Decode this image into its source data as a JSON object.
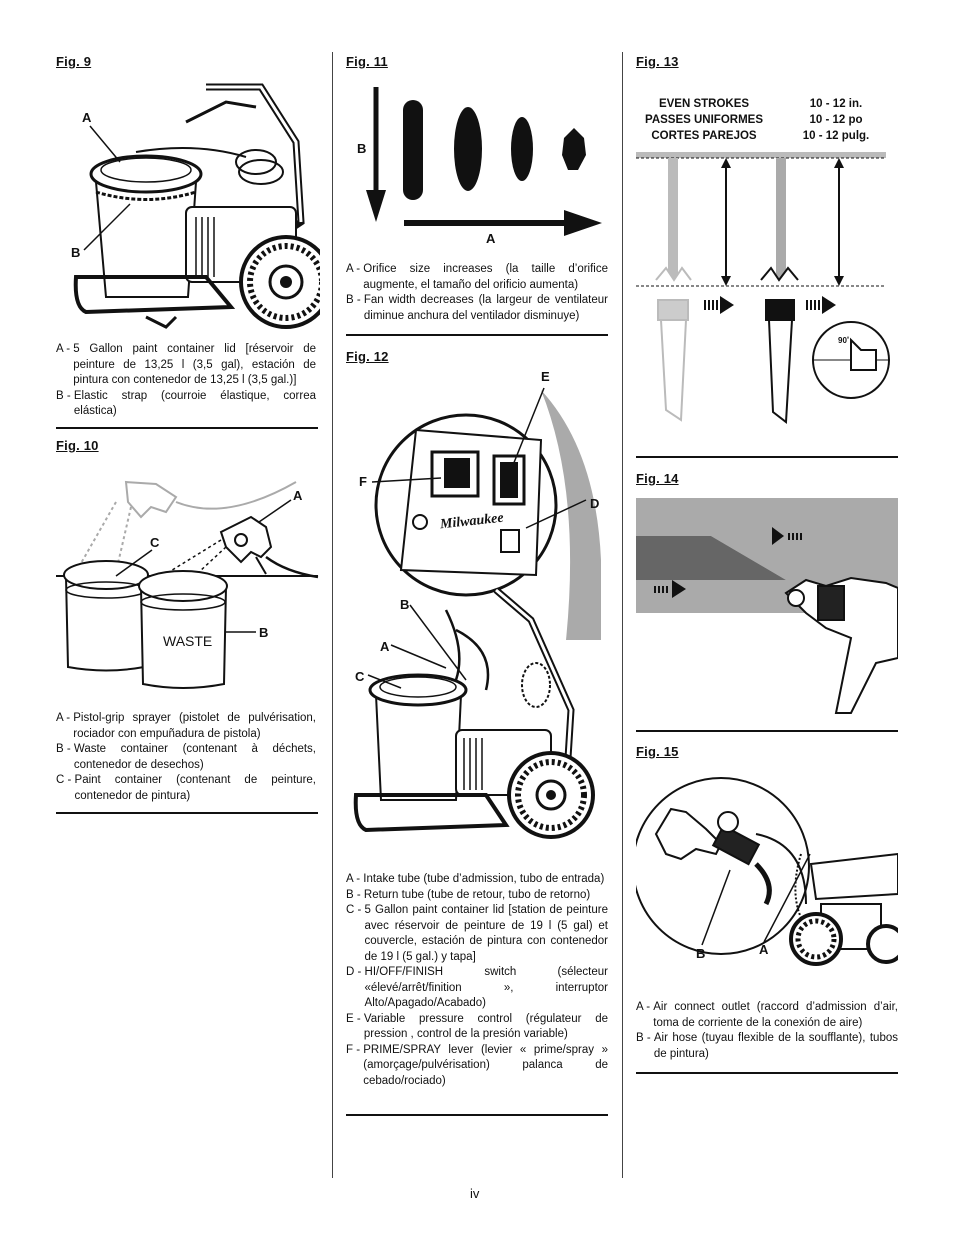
{
  "page_number": "iv",
  "fig9": {
    "title": "Fig. 9",
    "label_a": "A",
    "label_b": "B",
    "legend": [
      {
        "key": "A - ",
        "text": "5 Gallon paint container lid [réservoir de peinture de 13,25 l (3,5 gal), estación de pintura con contenedor de 13,25 l (3,5 gal.)]"
      },
      {
        "key": "B - ",
        "text": "Elastic strap (courroie élastique, correa elástica)"
      }
    ]
  },
  "fig10": {
    "title": "Fig. 10",
    "label_a": "A",
    "label_b": "B",
    "label_c": "C",
    "waste_label": "WASTE",
    "legend": [
      {
        "key": "A - ",
        "text": "Pistol-grip sprayer (pistolet de pulvérisation, rociador con empuñadura de pistola)"
      },
      {
        "key": "B - ",
        "text": "Waste container (contenant à déchets, contenedor de desechos)"
      },
      {
        "key": "C - ",
        "text": "Paint container (contenant de peinture, contenedor de pintura)"
      }
    ]
  },
  "fig11": {
    "title": "Fig. 11",
    "label_a": "A",
    "label_b": "B",
    "legend": [
      {
        "key": "A - ",
        "text": "Orifice size increases (la taille d’orifice augmente, el tamaño del orificio aumenta)"
      },
      {
        "key": "B - ",
        "text": "Fan width decreases (la largeur de ventilateur diminue anchura del ventilador disminuye)"
      }
    ]
  },
  "fig12": {
    "title": "Fig. 12",
    "label_a": "A",
    "label_b": "B",
    "label_c": "C",
    "label_d": "D",
    "label_e": "E",
    "label_f": "F",
    "brand": "Milwaukee",
    "legend": [
      {
        "key": "A - ",
        "text": "Intake tube (tube d’admission, tubo de entrada)"
      },
      {
        "key": "B - ",
        "text": "Return tube (tube de retour, tubo de retorno)"
      },
      {
        "key": "C - ",
        "text": "5 Gallon paint container lid [station de peinture avec réservoir de peinture de 19 l (5 gal) et couvercle, estación de pintura con contenedor de 19 l (5 gal.) y tapa]"
      },
      {
        "key": "D - ",
        "text": "HI/OFF/FINISH switch (sélecteur «élevé/arrêt/finition », interruptor Alto/Apagado/Acabado)"
      },
      {
        "key": "E - ",
        "text": "Variable pressure control (régulateur de pression , control de la presión variable)"
      },
      {
        "key": "F - ",
        "text": "PRIME/SPRAY lever (levier « prime/spray » (amorçage/pulvérisation) palanca de cebado/rociado)"
      }
    ]
  },
  "fig13": {
    "title": "Fig. 13",
    "strokes_lines": [
      "EVEN STROKES",
      "PASSES UNIFORMES",
      "CORTES PAREJOS"
    ],
    "distance_lines": [
      "10 - 12 in.",
      "10 - 12 po",
      "10 - 12 pulg."
    ],
    "angle": "90˚"
  },
  "fig14": {
    "title": "Fig. 14"
  },
  "fig15": {
    "title": "Fig. 15",
    "label_a": "A",
    "label_b": "B",
    "legend": [
      {
        "key": "A - ",
        "text": "Air connect outlet (raccord d’admission d’air, toma de corriente de la conexión de aire)"
      },
      {
        "key": "B - ",
        "text": "Air hose (tuyau flexible de la soufflante), tubos de pintura)"
      }
    ]
  }
}
